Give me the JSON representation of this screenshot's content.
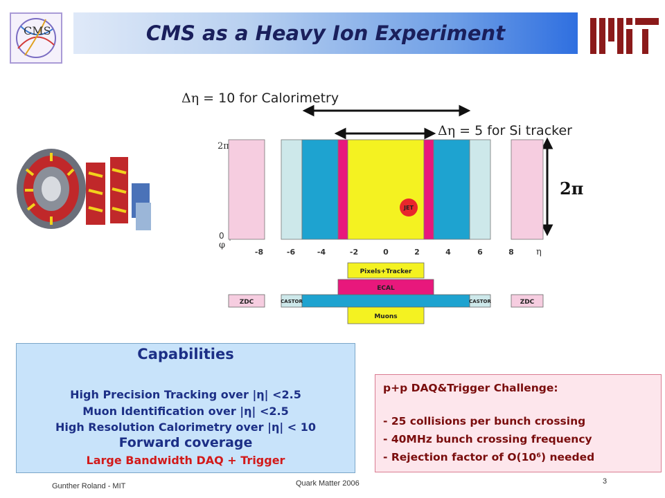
{
  "slide": {
    "title": "CMS as a Heavy Ion Experiment",
    "logo_left": "CMS",
    "logo_right": "MIT"
  },
  "diagram": {
    "calorimetry_label": "= 10 for Calorimetry",
    "tracker_label": "= 5 for Si tracker",
    "delta_eta_symbol": "Δη",
    "two_pi_label": "2π",
    "y_axis": {
      "top": "2π",
      "bottom_zero": "0",
      "bottom_phi": "φ"
    },
    "eta_ticks": [
      "-8",
      "-6",
      "-4",
      "-2",
      "0",
      "2",
      "4",
      "6",
      "8"
    ],
    "eta_axis_label": "η",
    "jet_label": "JET",
    "detectors": {
      "pixels_tracker": "Pixels+Tracker",
      "ecal": "ECAL",
      "muons": "Muons",
      "castor_left": "CASTOR",
      "castor_right": "CASTOR",
      "zdc_left": "ZDC",
      "zdc_right": "ZDC"
    },
    "colors": {
      "zdc": "#f6cde0",
      "castor": "#cde8ea",
      "hcal": "#1ea3d0",
      "ecal": "#e8187c",
      "tracker": "#f4f221",
      "jet": "#e8272c"
    }
  },
  "capabilities": {
    "title": "Capabilities",
    "lines": [
      "High Precision Tracking over |η| <2.5",
      "Muon Identification over |η| <2.5",
      "High Resolution Calorimetry over |η| < 10",
      "Forward coverage",
      "Large Bandwidth DAQ + Trigger"
    ]
  },
  "challenge": {
    "title": "p+p DAQ&Trigger Challenge:",
    "items": [
      "- 25 collisions per bunch crossing",
      "- 40MHz bunch crossing frequency",
      "- Rejection factor of O(10⁶) needed"
    ]
  },
  "footer": {
    "author": "Gunther Roland - MIT",
    "conference": "Quark Matter 2006",
    "page_number": "3"
  }
}
